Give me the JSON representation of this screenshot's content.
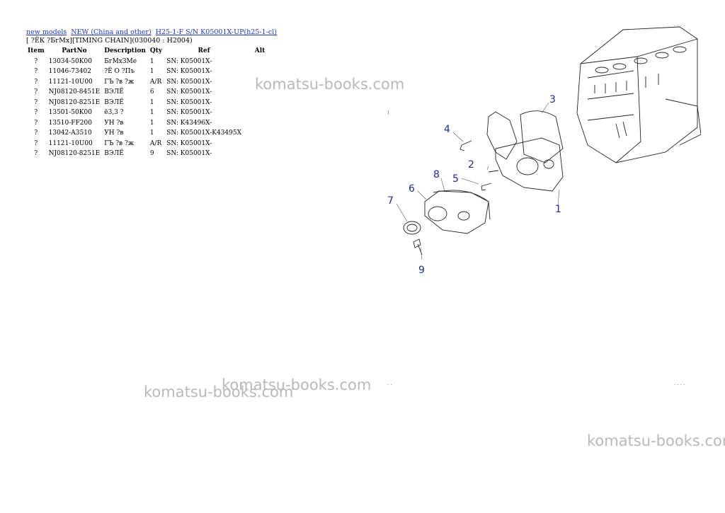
{
  "breadcrumb": {
    "links": [
      "new models",
      "NEW (China and other)",
      "H25-1-F S/N K05001X-UP(h25-1-cl)"
    ]
  },
  "subtitle": "[ ?ЁК ?БгМх][TIMING CHAIN](030040 : H2004)",
  "table": {
    "headers": [
      "Item",
      "PartNo",
      "Description",
      "Qty",
      "Ref",
      "Alt"
    ],
    "rows": [
      {
        "item": "?",
        "part": "13034-50K00",
        "desc": "БгМхЗМе",
        "qty": "1",
        "ref": "SN: K05001X-"
      },
      {
        "item": "?",
        "part": "11046-73402",
        "desc": "?Ё О ?Пъ",
        "qty": "1",
        "ref": "SN: K05001X-"
      },
      {
        "item": "?",
        "part": "11121-10U00",
        "desc": "ГЪ ?в ?ж",
        "qty": "A/R",
        "ref": "SN: K05001X-"
      },
      {
        "item": "?",
        "part": "NJ08120-8451E",
        "desc": "ВЭЛЁ",
        "qty": "6",
        "ref": "SN: K05001X-"
      },
      {
        "item": "?",
        "part": "NJ08120-8251E",
        "desc": "ВЭЛЁ",
        "qty": "1",
        "ref": "SN: K05001X-"
      },
      {
        "item": "?",
        "part": "13501-50K00",
        "desc": "ё3,3 ?",
        "qty": "1",
        "ref": "SN: K05001X-"
      },
      {
        "item": "?",
        "part": "13510-FF200",
        "desc": "УН ?в",
        "qty": "1",
        "ref": "SN: K43496X-"
      },
      {
        "item": "?",
        "part": "13042-A3510",
        "desc": "УН ?в",
        "qty": "1",
        "ref": "SN: K05001X-K43495X"
      },
      {
        "item": "?",
        "part": "11121-10U00",
        "desc": "ГЪ ?в ?ж",
        "qty": "A/R",
        "ref": "SN: K05001X-"
      },
      {
        "item": "?",
        "part": "NJ08120-8251E",
        "desc": "ВЭЛЁ",
        "qty": "9",
        "ref": "SN: K05001X-"
      }
    ]
  },
  "watermark": "komatsu-books.com",
  "diagram": {
    "callouts": [
      "1",
      "2",
      "3",
      "4",
      "5",
      "6",
      "7",
      "8",
      "9"
    ],
    "callout_color": "#1f2a9c"
  }
}
